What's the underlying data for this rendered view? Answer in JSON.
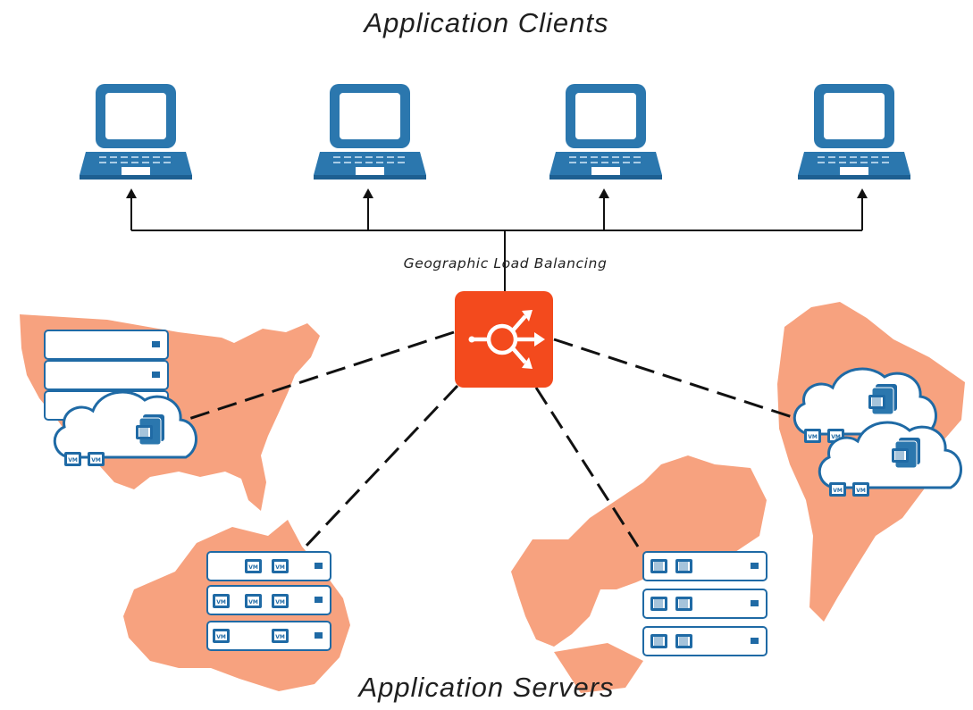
{
  "diagram": {
    "top_title": "Application Clients",
    "bottom_title": "Application Servers",
    "balancer_label": "Geographic Load Balancing",
    "vm_label": "VM"
  },
  "colors": {
    "laptop_blue": "#2b77ae",
    "map_salmon": "#f7a27f",
    "balancer_orange": "#f34a1d",
    "server_blue": "#1f6aa5",
    "line": "#111111"
  },
  "clients": [
    {
      "icon": "laptop-icon"
    },
    {
      "icon": "laptop-icon"
    },
    {
      "icon": "laptop-icon"
    },
    {
      "icon": "laptop-icon"
    }
  ],
  "regions": [
    {
      "icon": "north-america-map"
    },
    {
      "icon": "australia-map"
    },
    {
      "icon": "europe-map"
    },
    {
      "icon": "south-america-map"
    }
  ]
}
